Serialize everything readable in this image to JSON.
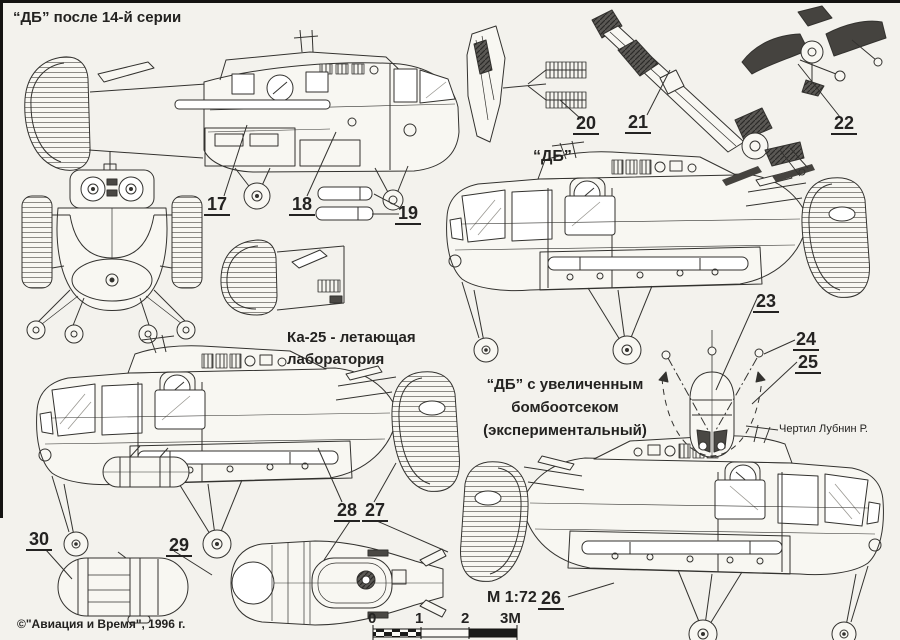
{
  "page": {
    "background": "#f3f2ed",
    "ink": "#33322f",
    "description": "Ka-25 helicopter variants line-drawing sheet"
  },
  "labels": {
    "title_top_left": "“ДБ” после 14-й серии",
    "db": "“ДБ”",
    "ka25_line1": "Ка-25 - летающая",
    "ka25_line2": "лаборатория",
    "db_enlarged_line1": "“ДБ” с увеличенным",
    "db_enlarged_line2": "бомбоотсеком",
    "db_enlarged_line3": "(экспериментальный)",
    "author": "Чертил Лубнин Р.",
    "copyright": "©\"Авиация и Время\", 1996 г.",
    "scale": "М 1:72"
  },
  "scale_bar": {
    "ticks": [
      "0",
      "1",
      "2",
      "3М"
    ]
  },
  "callouts": [
    "17",
    "18",
    "19",
    "20",
    "21",
    "22",
    "23",
    "24",
    "25",
    "26",
    "27",
    "28",
    "29",
    "30"
  ]
}
